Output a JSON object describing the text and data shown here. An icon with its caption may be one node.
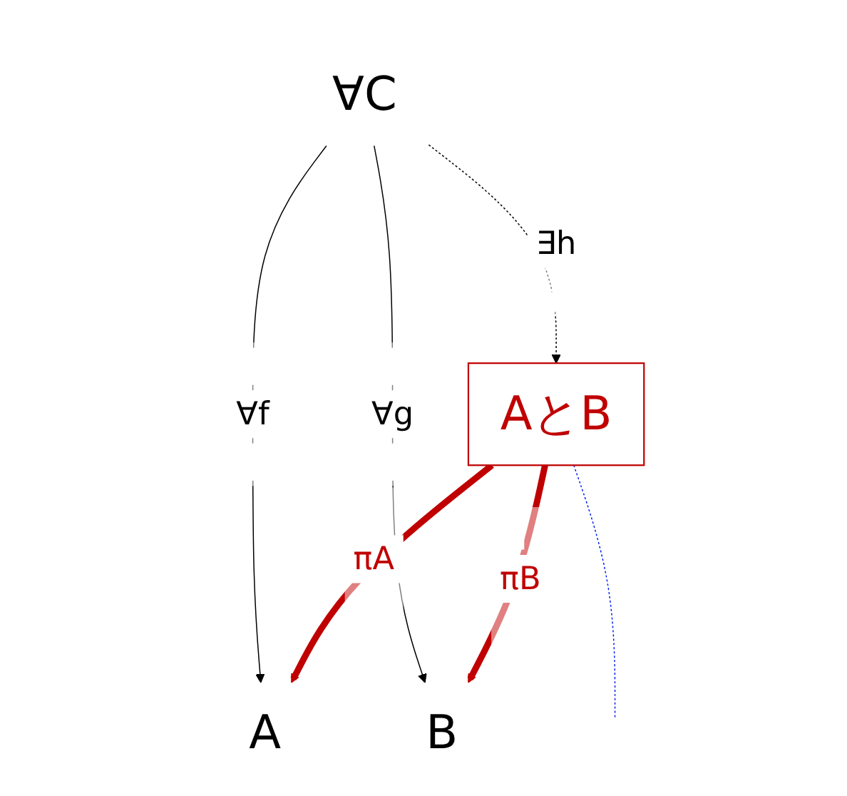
{
  "diagram": {
    "nodes": [
      {
        "text": [
          "∀C"
        ]
      },
      {
        "text": [
          "AとB"
        ]
      },
      {
        "text": [
          "A"
        ]
      },
      {
        "text": [
          "B"
        ]
      }
    ],
    "edges": [
      {
        "from": 0,
        "to": 2,
        "arrow": "to",
        "label": "∀f"
      },
      {
        "from": 0,
        "to": 3,
        "arrow": "to",
        "label": "∀g"
      },
      {
        "from": 0,
        "to": 1,
        "arrow": "to",
        "label": "∃h",
        "style": "dashed"
      },
      {
        "from": 1,
        "to": 2,
        "arrow": "to",
        "label": "πA",
        "style": "thick",
        "color": "#c00000"
      },
      {
        "from": 1,
        "to": 3,
        "arrow": "to",
        "label": "πB",
        "style": "thick",
        "color": "#c00000"
      },
      {
        "from": 1,
        "to": null,
        "arrow": "none",
        "style": "dashed",
        "color": "#0022ee"
      }
    ]
  }
}
